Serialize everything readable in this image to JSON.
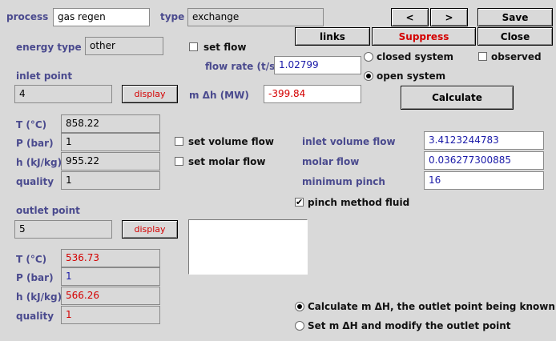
{
  "header": {
    "process_label": "process",
    "process_value": "gas regen",
    "type_label": "type",
    "type_value": "exchange"
  },
  "nav": {
    "prev": "<",
    "next": ">"
  },
  "buttons": {
    "save": "Save",
    "links": "links",
    "suppress": "Suppress",
    "close": "Close",
    "calculate": "Calculate",
    "display_inlet": "display",
    "display_outlet": "display"
  },
  "energy": {
    "label": "energy type",
    "value": "other"
  },
  "flow": {
    "set_flow_label": "set flow",
    "flow_rate_label": "flow rate (t/s)",
    "flow_rate_value": "1.02799",
    "mdh_label": "m Δh (MW)",
    "mdh_value": "-399.84"
  },
  "system": {
    "closed": "closed system",
    "open": "open system",
    "observed": "observed"
  },
  "inlet": {
    "title": "inlet point",
    "value": "4",
    "T_label": "T (°C)",
    "T": "858.22",
    "P_label": "P (bar)",
    "P": "1",
    "h_label": "h (kJ/kg)",
    "h": "955.22",
    "q_label": "quality",
    "q": "1"
  },
  "volume": {
    "set_volume_flow": "set volume flow",
    "set_molar_flow": "set molar flow",
    "inlet_volume_flow_label": "inlet volume flow",
    "inlet_volume_flow": "3.4123244783",
    "molar_flow_label": "molar flow",
    "molar_flow": "0.036277300885",
    "min_pinch_label": "minimum pinch",
    "min_pinch": "16",
    "pinch_method": "pinch method fluid"
  },
  "outlet": {
    "title": "outlet point",
    "value": "5",
    "T_label": "T (°C)",
    "T": "536.73",
    "P_label": "P (bar)",
    "P": "1",
    "h_label": "h (kJ/kg)",
    "h": "566.26",
    "q_label": "quality",
    "q": "1"
  },
  "options": {
    "calc_mdh": "Calculate m ΔH, the outlet point being known",
    "set_mdh": "Set m ΔH and modify the outlet point"
  }
}
